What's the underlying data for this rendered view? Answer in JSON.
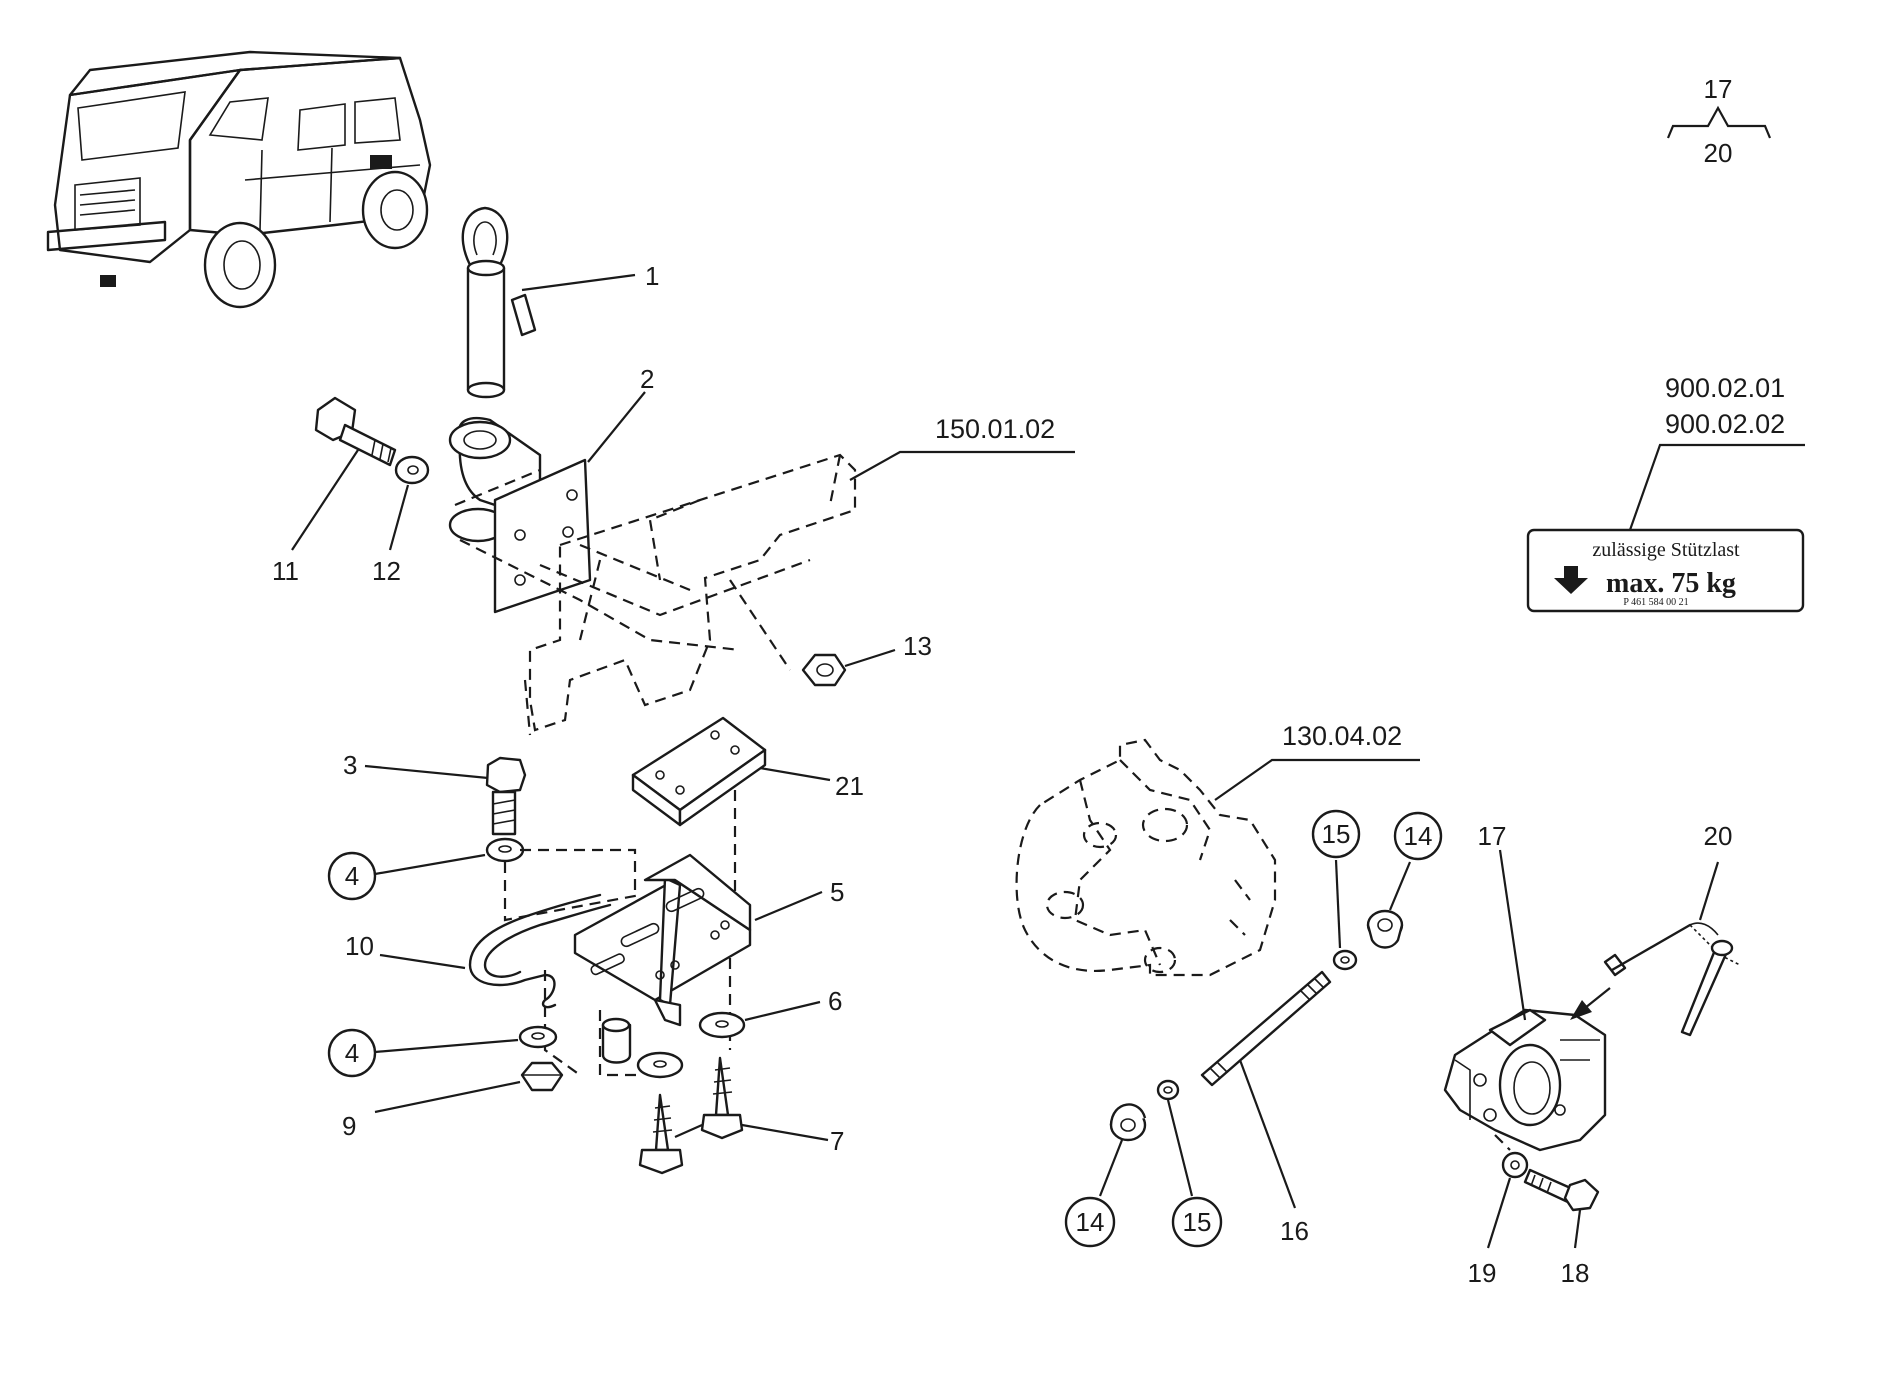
{
  "callouts": {
    "c1": "1",
    "c2": "2",
    "c3": "3",
    "c4a": "4",
    "c4b": "4",
    "c5": "5",
    "c6": "6",
    "c7": "7",
    "c9": "9",
    "c10": "10",
    "c11": "11",
    "c12": "12",
    "c13": "13",
    "c14a": "14",
    "c14b": "14",
    "c15a": "15",
    "c15b": "15",
    "c16": "16",
    "c17": "17",
    "c18": "18",
    "c19": "19",
    "c20": "20",
    "c21": "21"
  },
  "references": {
    "ref_150": "150.01.02",
    "ref_130": "130.04.02",
    "ref_900a": "900.02.01",
    "ref_900b": "900.02.02"
  },
  "range_marker": {
    "top": "17",
    "bottom": "20"
  },
  "sticker": {
    "line1": "zulässige Stützlast",
    "line2": "max. 75 kg",
    "code": "P 461 584 00 21"
  },
  "icons": {
    "vehicle": "vehicle-illustration-icon",
    "arrow": "down-arrow-icon"
  }
}
